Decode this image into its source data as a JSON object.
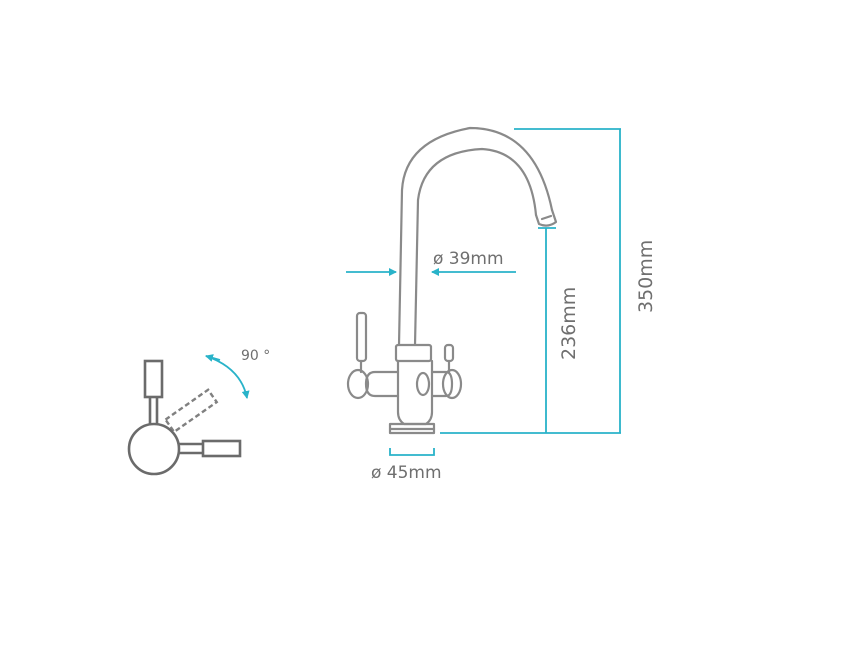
{
  "colors": {
    "dimension_line": "#29b3c9",
    "outline": "#8a8a8a",
    "label_text": "#6f6f6f"
  },
  "dimensions": {
    "spout_diameter": "ø 39mm",
    "base_diameter": "ø 45mm",
    "spout_height": "236mm",
    "total_height": "350mm"
  },
  "lever": {
    "rotation_label": "90 °"
  },
  "icons": {
    "rotation_arrow": "curved-arrow-icon",
    "dimension_arrow": "arrow-icon"
  }
}
